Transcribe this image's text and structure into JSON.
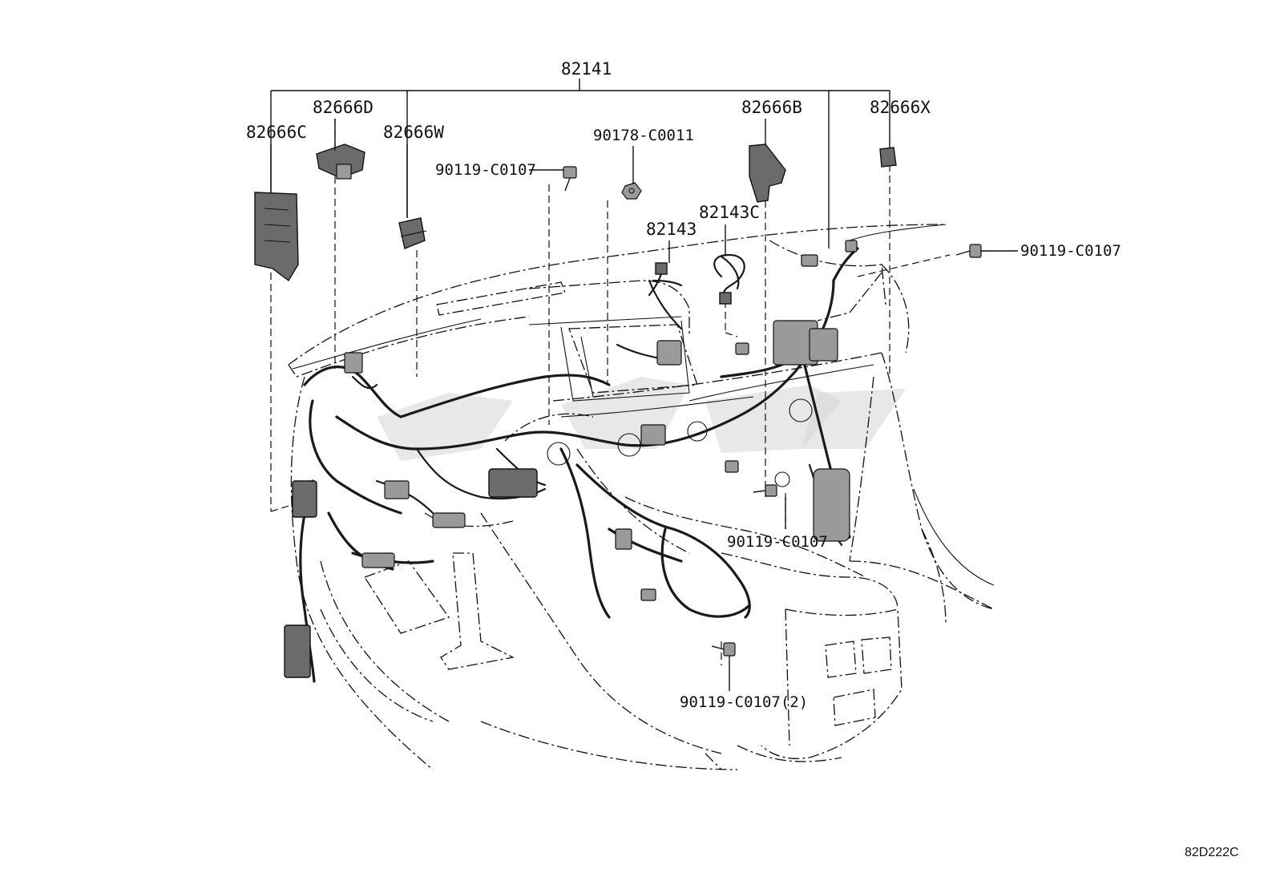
{
  "parts": {
    "main_harness": "82141",
    "clamp_c": "82666C",
    "clamp_d": "82666D",
    "clamp_w": "82666W",
    "clamp_b": "82666B",
    "clamp_x": "82666X",
    "wire_82143": "82143",
    "wire_82143c": "82143C",
    "nut_90178": "90178-C0011",
    "bolt_left": "90119-C0107",
    "bolt_right": "90119-C0107",
    "bolt_center": "90119-C0107",
    "bolt_bottom": "90119-C0107(2)"
  },
  "diagram_code": "82D222C"
}
